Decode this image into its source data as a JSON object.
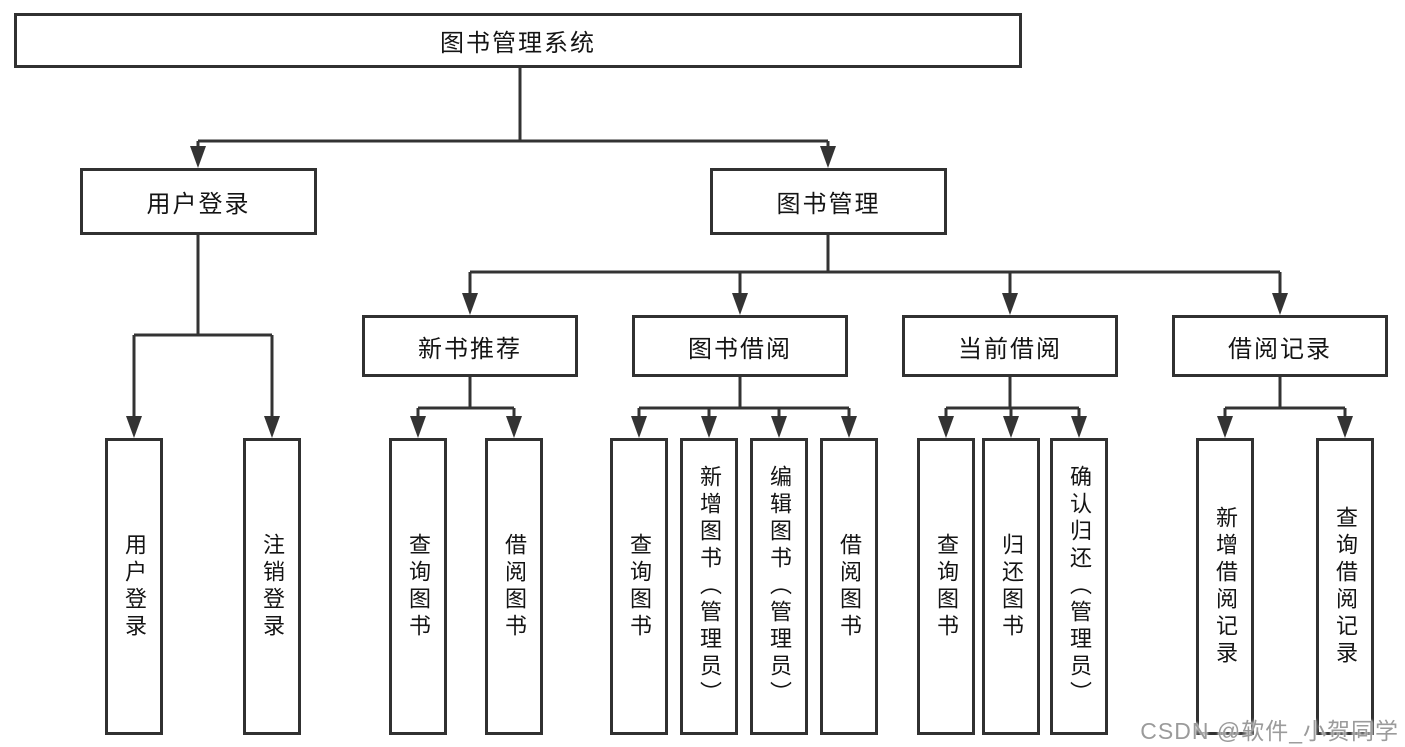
{
  "diagram": {
    "root": {
      "label": "图书管理系统"
    },
    "level2": [
      {
        "label": "用户登录"
      },
      {
        "label": "图书管理"
      }
    ],
    "level3": [
      {
        "label": "新书推荐"
      },
      {
        "label": "图书借阅"
      },
      {
        "label": "当前借阅"
      },
      {
        "label": "借阅记录"
      }
    ],
    "leaves": [
      {
        "label": "用户登录",
        "parent": "用户登录"
      },
      {
        "label": "注销登录",
        "parent": "用户登录"
      },
      {
        "label": "查询图书",
        "parent": "新书推荐"
      },
      {
        "label": "借阅图书",
        "parent": "新书推荐"
      },
      {
        "label": "查询图书",
        "parent": "图书借阅"
      },
      {
        "label": "新增图书（管理员）",
        "parent": "图书借阅"
      },
      {
        "label": "编辑图书（管理员）",
        "parent": "图书借阅"
      },
      {
        "label": "借阅图书",
        "parent": "图书借阅"
      },
      {
        "label": "查询图书",
        "parent": "当前借阅"
      },
      {
        "label": "归还图书",
        "parent": "当前借阅"
      },
      {
        "label": "确认归还（管理员）",
        "parent": "当前借阅"
      },
      {
        "label": "新增借阅记录",
        "parent": "借阅记录"
      },
      {
        "label": "查询借阅记录",
        "parent": "借阅记录"
      }
    ],
    "watermark": "CSDN @软件_小贺同学",
    "colors": {
      "line": "#333333",
      "border": "#313131",
      "text": "#141414",
      "watermark": "#9b9b9b",
      "background": "#ffffff"
    }
  }
}
